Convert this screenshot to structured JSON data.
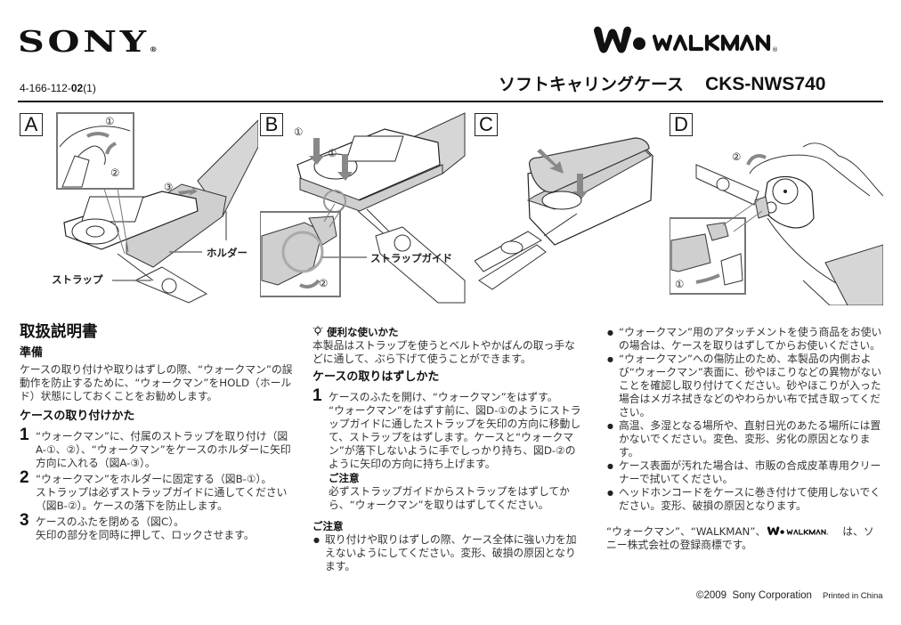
{
  "header": {
    "brand": "SONY",
    "brand_mark": "®",
    "doc_number_prefix": "4-166-112-",
    "doc_number_bold": "02",
    "doc_number_suffix": "(1)",
    "walkman_logo_text": "WALKMAN",
    "product_name": "ソフトキャリングケース",
    "model": "CKS-NWS740"
  },
  "figures": {
    "a": {
      "label": "A",
      "callouts": [
        "ホルダー",
        "ストラップ"
      ],
      "steps": [
        "①",
        "②",
        "③"
      ]
    },
    "b": {
      "label": "B",
      "callouts": [
        "ストラップガイド"
      ],
      "steps": [
        "①",
        "①",
        "②"
      ]
    },
    "c": {
      "label": "C"
    },
    "d": {
      "label": "D",
      "steps": [
        "②",
        "①"
      ]
    }
  },
  "col1": {
    "title": "取扱説明書",
    "prep_heading": "準備",
    "prep_text": "ケースの取り付けや取りはずしの際、“ウォークマン”の誤動作を防止するために、“ウォークマン”をHOLD（ホールド）状態にしておくことをお勧めします。",
    "attach_heading": "ケースの取り付けかた",
    "steps": [
      {
        "num": "1",
        "text": "“ウォークマン”に、付属のストラップを取り付け（図A-①、②）、“ウォークマン”をケースのホルダーに矢印方向に入れる（図A-③）。"
      },
      {
        "num": "2",
        "text": "“ウォークマン”をホルダーに固定する（図B-①）。",
        "sub": "ストラップは必ずストラップガイドに通してください（図B-②）。ケースの落下を防止します。"
      },
      {
        "num": "3",
        "text": "ケースのふたを閉める（図C）。",
        "sub": "矢印の部分を同時に押して、ロックさせます。"
      }
    ]
  },
  "col2": {
    "tip_heading": "便利な使いかた",
    "tip_text": "本製品はストラップを使うとベルトやかばんの取っ手などに通して、ぶら下げて使うことができます。",
    "remove_heading": "ケースの取りはずしかた",
    "steps": [
      {
        "num": "1",
        "text": "ケースのふたを開け、“ウォークマン”をはずす。",
        "sub": "“ウォークマン”をはずす前に、図D-①のようにストラップガイドに通したストラップを矢印の方向に移動して、ストラップをはずします。ケースと“ウォークマン”が落下しないように手でしっかり持ち、図D-②のように矢印の方向に持ち上げます。",
        "note_heading": "ご注意",
        "note_text": "必ずストラップガイドからストラップをはずしてから、“ウォークマン”を取りはずしてください。"
      }
    ],
    "caution_heading": "ご注意",
    "caution_items": [
      "取り付けや取りはずしの際、ケース全体に強い力を加えないようにしてください。変形、破損の原因となります。"
    ]
  },
  "col3": {
    "caution_items": [
      "“ウォークマン”用のアタッチメントを使う商品をお使いの場合は、ケースを取りはずしてからお使いください。",
      "“ウォークマン”への傷防止のため、本製品の内側および“ウォークマン”表面に、砂やほこりなどの異物がないことを確認し取り付けてください。砂やほこりが入った場合はメガネ拭きなどのやわらかい布で拭き取ってください。",
      "高温、多湿となる場所や、直射日光のあたる場所には置かないでください。変色、変形、劣化の原因となります。",
      "ケース表面が汚れた場合は、市販の合成皮革専用クリーナーで拭いてください。",
      "ヘッドホンコードをケースに巻き付けて使用しないでください。変形、破損の原因となります。"
    ],
    "trademark_prefix": "“ウォークマン”、“WALKMAN”、",
    "trademark_suffix": "は、ソニー株式会社の登録商標です。"
  },
  "footer": {
    "copyright": "©2009  Sony Corporation",
    "printed": "Printed in China"
  },
  "icons": {
    "tip": "lightbulb-icon",
    "walkman": "walkman-logo-icon"
  }
}
